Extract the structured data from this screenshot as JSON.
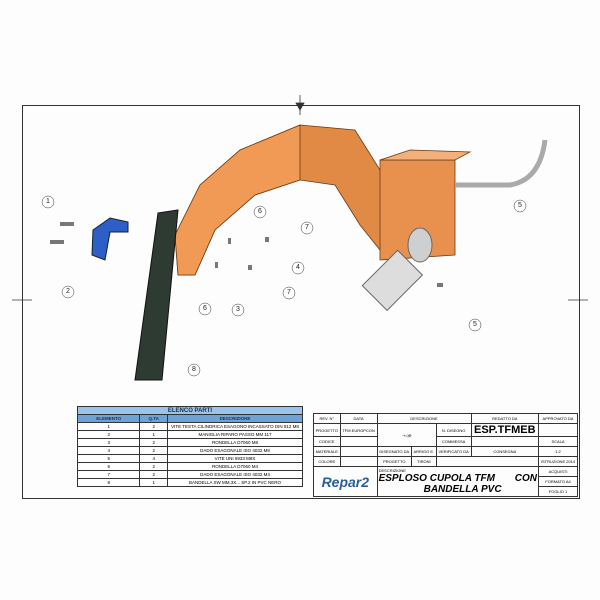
{
  "parts_list": {
    "title": "ELENCO PARTI",
    "headers": [
      "ELEMENTO",
      "Q.TA",
      "DESCRIZIONE"
    ],
    "rows": [
      [
        "1",
        "2",
        "VITE TESTA CILINDRICA ESAGONO INCASSATO DIN 912 M8"
      ],
      [
        "2",
        "1",
        "MANIGLIA RIPARO PASSO MM 117"
      ],
      [
        "3",
        "2",
        "RONDELLA D7060 M8"
      ],
      [
        "4",
        "2",
        "DADO ESAGONALE ISO 4032 M8"
      ],
      [
        "5",
        "4",
        "VITE UNI 5933 M8X"
      ],
      [
        "6",
        "2",
        "RONDELLA D7060 M4"
      ],
      [
        "7",
        "2",
        "DADO ESAGONALE ISO 4032 M4"
      ],
      [
        "8",
        "1",
        "BANDELLA SW MM.3X... SP.2 IN PVC NERO"
      ]
    ]
  },
  "title_block": {
    "rev_label": "REV. N°",
    "data_label": "DATA",
    "descrizione_label": "DESCRIZIONE",
    "redatto_label": "REDATTO DA",
    "approvato_label": "APPROVATO DA",
    "progetto_label": "PROGETTO",
    "progetto": "TFM EUROPCON",
    "n_disegno_label": "N. DISEGNO",
    "n_disegno": "ESP.TFMEB",
    "codice_label": "CODICE",
    "commessa_label": "COMMESSA",
    "scala_label": "SCALA",
    "scala": "1:2",
    "materiale_label": "MATERIALE",
    "disegnato_label": "DISEGNATO DA",
    "disegnato": "ARRIGO E.",
    "verificato_label": "VERIFICATO DA",
    "consegna_label": "CONSEGNA",
    "colore_label": "COLORE",
    "progetto2_label": "PROGETTO",
    "progetto2": "TIRONI",
    "istruzione": "ISTRUZIONE 2014",
    "desc_label": "DESCRIZIONE",
    "title_line1": "ESPLOSO CUPOLA TFM",
    "title_con": "CON",
    "title_line2": "BANDELLA PVC",
    "acquisti_label": "ACQUISTI",
    "formato_label": "FORMATO A4",
    "fogli_label": "FOGLIO",
    "fogli": "1",
    "logo": "Repar2"
  },
  "callouts": [
    "1",
    "2",
    "3",
    "4",
    "5",
    "5",
    "6",
    "6",
    "7",
    "7",
    "8"
  ]
}
